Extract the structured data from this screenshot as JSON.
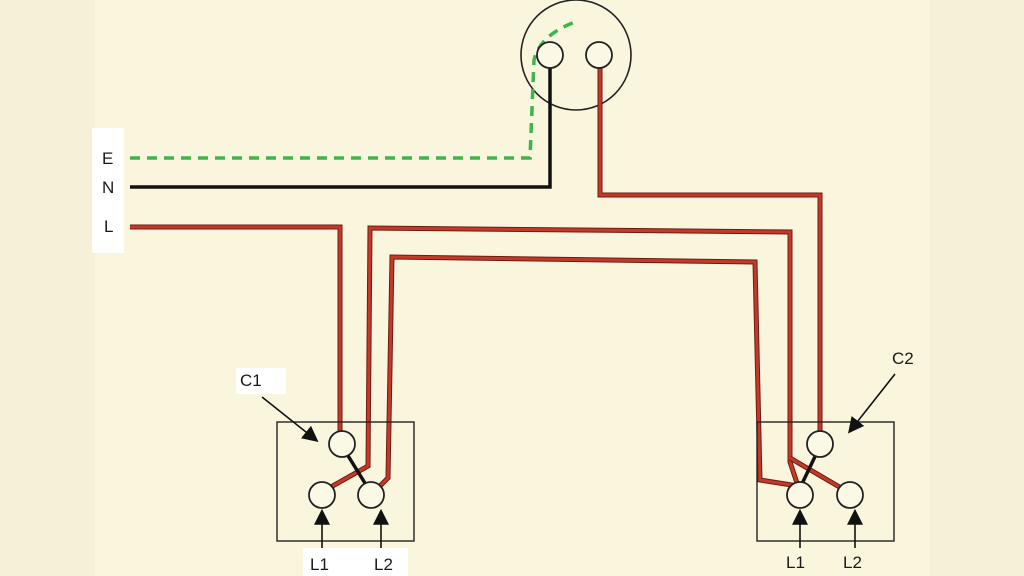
{
  "diagram": {
    "supply_labels": {
      "earth": "E",
      "neutral": "N",
      "live": "L"
    },
    "switch_1": {
      "common_label": "C1",
      "l1_label": "L1",
      "l2_label": "L2"
    },
    "switch_2": {
      "common_label": "C2",
      "l1_label": "L1",
      "l2_label": "L2"
    },
    "colors": {
      "background": "#f5f1d9",
      "live_wire": "#b5291c",
      "live_wire_edge": "#6e1a10",
      "neutral_wire": "#111111",
      "earth_wire": "#3cb54a",
      "outline": "#222222"
    }
  }
}
